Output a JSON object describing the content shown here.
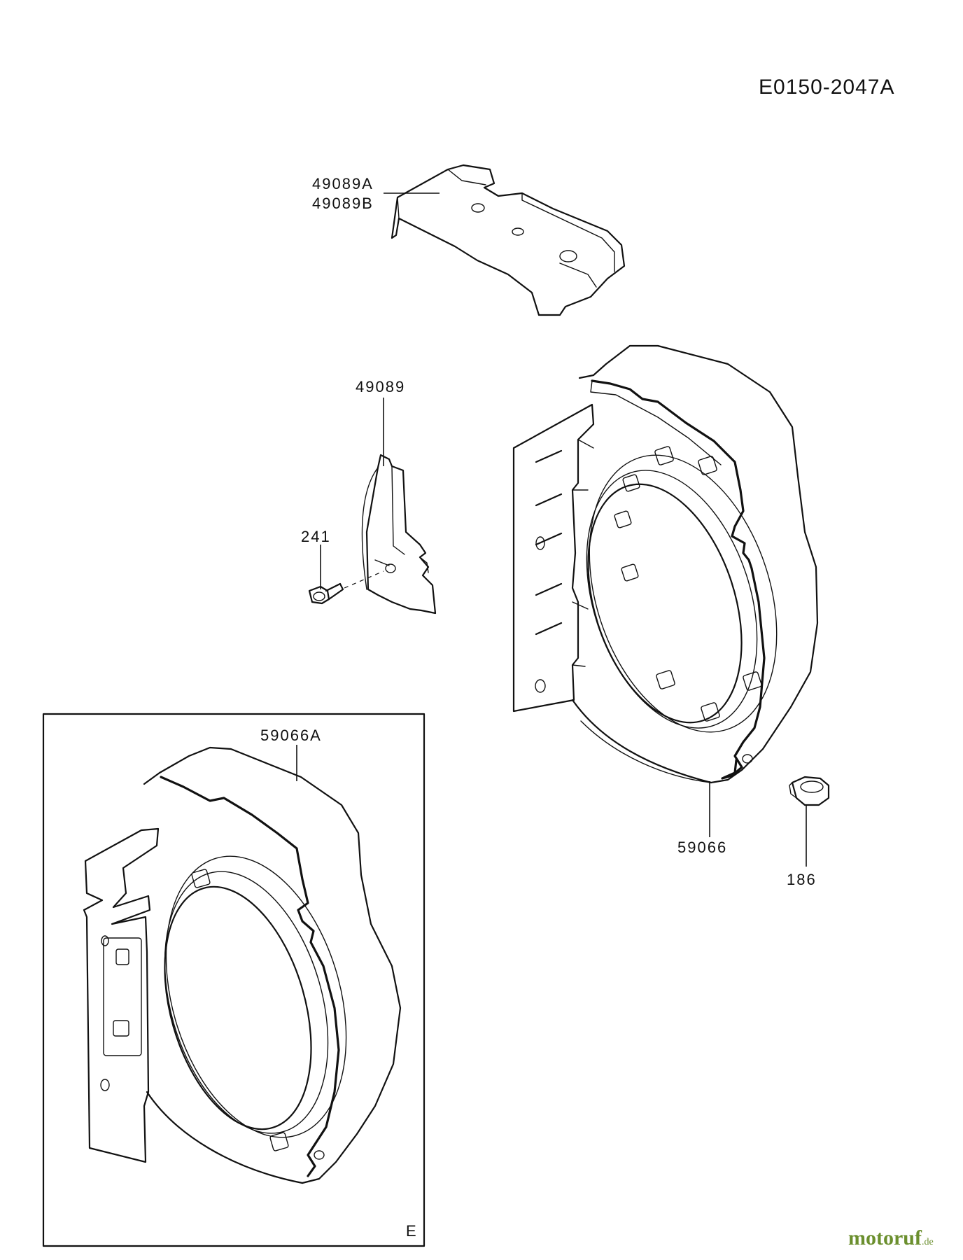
{
  "diagram": {
    "code": "E0150-2047A",
    "parts": [
      {
        "id": "49089A",
        "label": "49089A"
      },
      {
        "id": "49089B",
        "label": "49089B"
      },
      {
        "id": "49089",
        "label": "49089"
      },
      {
        "id": "241",
        "label": "241"
      },
      {
        "id": "59066",
        "label": "59066"
      },
      {
        "id": "186",
        "label": "186"
      },
      {
        "id": "59066A",
        "label": "59066A"
      }
    ],
    "inset_marker": "E"
  },
  "watermark": {
    "brand": "motoruf",
    "suffix": ".de",
    "brand_color": "#6b8f2e"
  }
}
